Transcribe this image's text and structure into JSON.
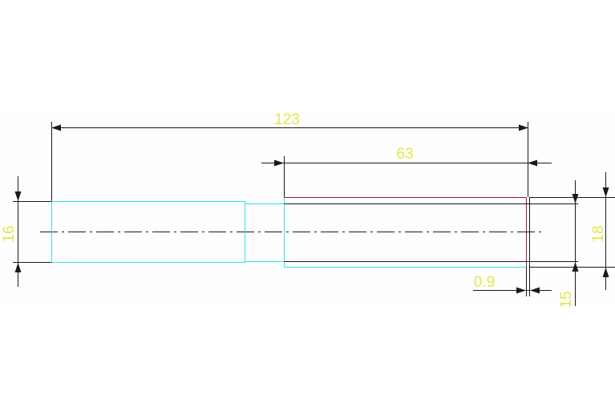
{
  "drawing": {
    "colors": {
      "background": "#ffffff",
      "drawing_area": "#fdfefd",
      "outline": "#2fe3e6",
      "dimension_line": "#1a1a1a",
      "dimension_text": "#e6e64a",
      "magenta_edge": "#8b1a5a",
      "centerline": "#1a1a1a"
    },
    "dimensions": {
      "overall_length": "123",
      "right_section_length": "63",
      "left_diameter": "16",
      "right_diameter": "18",
      "step_offset": "0.9",
      "bottom_value": "15"
    }
  }
}
